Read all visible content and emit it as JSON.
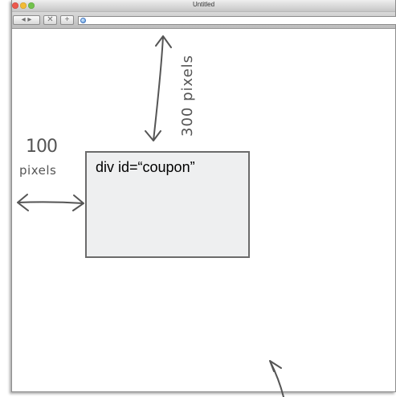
{
  "window": {
    "title": "Untitled"
  },
  "toolbar": {
    "back_forward_label": "◂ ▸",
    "stop_label": "✕",
    "add_label": "+"
  },
  "content": {
    "coupon_label": "div id=“coupon”"
  },
  "annotations": {
    "left_offset_value": "100",
    "left_offset_unit": "pixels",
    "top_offset_label": "300 pixels"
  },
  "icons": {
    "address_icon": "globe-icon",
    "left_arrow": "double-arrow-horizontal",
    "top_arrow": "double-arrow-vertical",
    "bottom_arrow": "pointing-arrow-up"
  },
  "colors": {
    "coupon_fill": "#eeeff0",
    "coupon_border": "#6b6b6b",
    "annotation": "#555555"
  }
}
